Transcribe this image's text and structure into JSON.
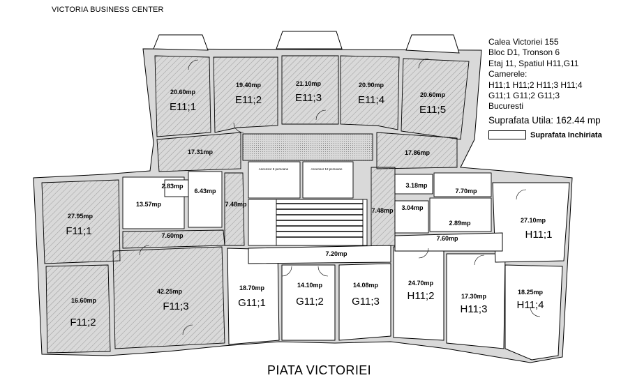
{
  "header": {
    "title": "VICTORIA BUSINESS CENTER"
  },
  "info": {
    "lines": [
      "Calea Victoriei 155",
      "Bloc D1, Tronson 6",
      "Etaj 11, Spatiul H11,G11",
      "Camerele:",
      "H11;1 H11;2 H11;3 H11;4",
      "G11;1 G11;2 G11;3",
      "Bucuresti"
    ],
    "area": "Suprafata Utila: 162.44 mp"
  },
  "legend": {
    "label": "Suprafata Inchiriata"
  },
  "street": "PIATA VICTORIEI",
  "offices": [
    {
      "id": "E11;1",
      "area": "20.60mp"
    },
    {
      "id": "E11;2",
      "area": "19.40mp"
    },
    {
      "id": "E11;3",
      "area": "21.10mp"
    },
    {
      "id": "E11;4",
      "area": "20.90mp"
    },
    {
      "id": "E11;5",
      "area": "20.60mp"
    },
    {
      "id": "F11;1",
      "area": "27.95mp"
    },
    {
      "id": "F11;2",
      "area": "16.60mp"
    },
    {
      "id": "F11;3",
      "area": "42.25mp"
    },
    {
      "id": "G11;1",
      "area": "18.70mp"
    },
    {
      "id": "G11;2",
      "area": "14.10mp"
    },
    {
      "id": "G11;3",
      "area": "14.08mp"
    },
    {
      "id": "H11;2",
      "area": "24.70mp"
    },
    {
      "id": "H11;3",
      "area": "17.30mp"
    },
    {
      "id": "H11;4",
      "area": "18.25mp"
    },
    {
      "id": "H11;1",
      "area": "27.10mp"
    }
  ],
  "misc_areas": {
    "corridor_left_top": "17.31mp",
    "corridor_right_top": "17.86mp",
    "wc_a": "13.57mp",
    "wc_b": "2.83mp",
    "wc_c": "6.43mp",
    "shaft_left": "7.48mp",
    "shaft_right": "7.48mp",
    "corridor_f": "7.60mp",
    "corridor_h": "7.60mp",
    "corridor_g": "7.20mp",
    "wc_d": "3.18mp",
    "wc_e": "7.70mp",
    "wc_f": "3.04mp",
    "wc_g": "2.89mp"
  },
  "elevators": [
    "Ascensor 8 persoane",
    "Ascensor 12 persoane"
  ]
}
